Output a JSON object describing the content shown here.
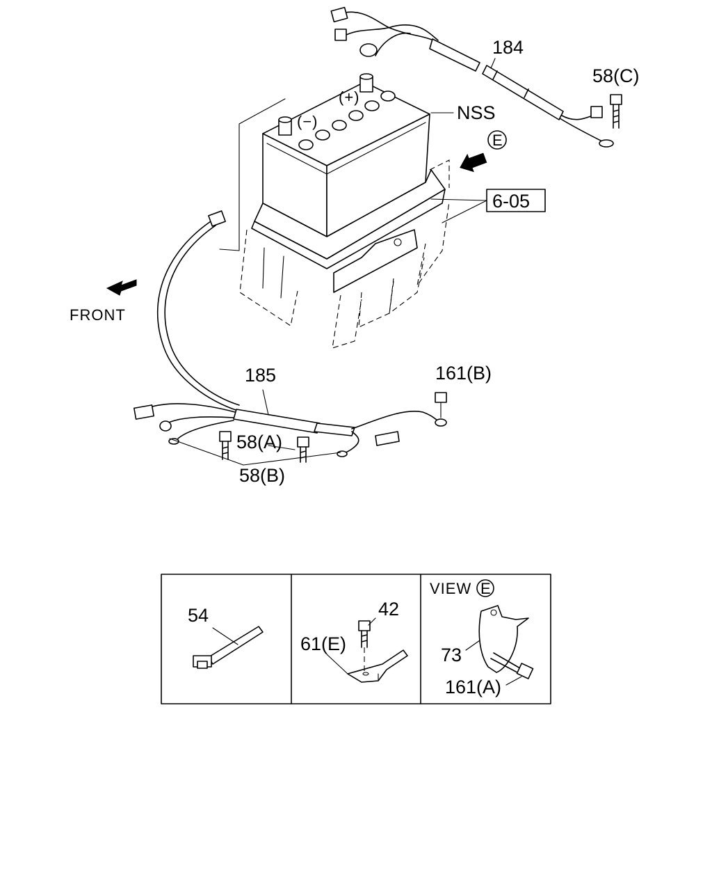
{
  "labels": {
    "harness_upper": "184",
    "bolt_c": "58(C)",
    "nss": "NSS",
    "plus": "(+)",
    "minus": "(−)",
    "view_marker": "E",
    "ref_page": "6-05",
    "front": "FRONT",
    "harness_lower": "185",
    "nut_b": "161(B)",
    "bolt_a": "58(A)",
    "bolt_b": "58(B)",
    "tie": "54",
    "bolt_42": "42",
    "bracket_e": "61(E)",
    "view_label": "VIEW",
    "view_letter": "E",
    "plate": "73",
    "nut_a": "161(A)"
  }
}
